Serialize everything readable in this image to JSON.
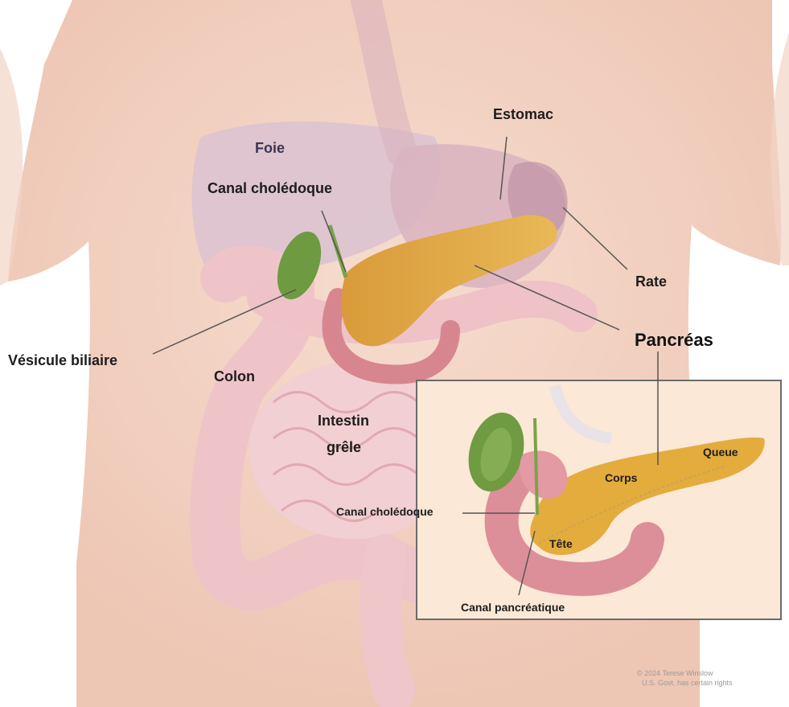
{
  "labels": {
    "foie": "Foie",
    "canal_choledoque_top": "Canal cholédoque",
    "estomac": "Estomac",
    "rate": "Rate",
    "pancreas": "Pancréas",
    "vesicule_biliaire": "Vésicule biliaire",
    "colon": "Colon",
    "intestin_line1": "Intestin",
    "intestin_line2": "grêle",
    "inset_corps": "Corps",
    "inset_queue": "Queue",
    "inset_canal_choledoque": "Canal cholédoque",
    "inset_tete": "Tête",
    "inset_canal_pancreatique": "Canal pancréatique"
  },
  "copyright": {
    "line1": "© 2024 Terese Winslow",
    "line2": "U.S. Govt. has certain rights"
  },
  "colors": {
    "skin": "#f4d2c3",
    "liver": "#ddc3cf",
    "stomach": "#dcb6c1",
    "pancreas": "#dba64a",
    "gallbladder": "#6a9a3e",
    "intestine": "#efc6c9",
    "duodenum": "#d7868f",
    "inset_bg": "#fbe9d9",
    "inset_border": "#6b6b6b"
  }
}
